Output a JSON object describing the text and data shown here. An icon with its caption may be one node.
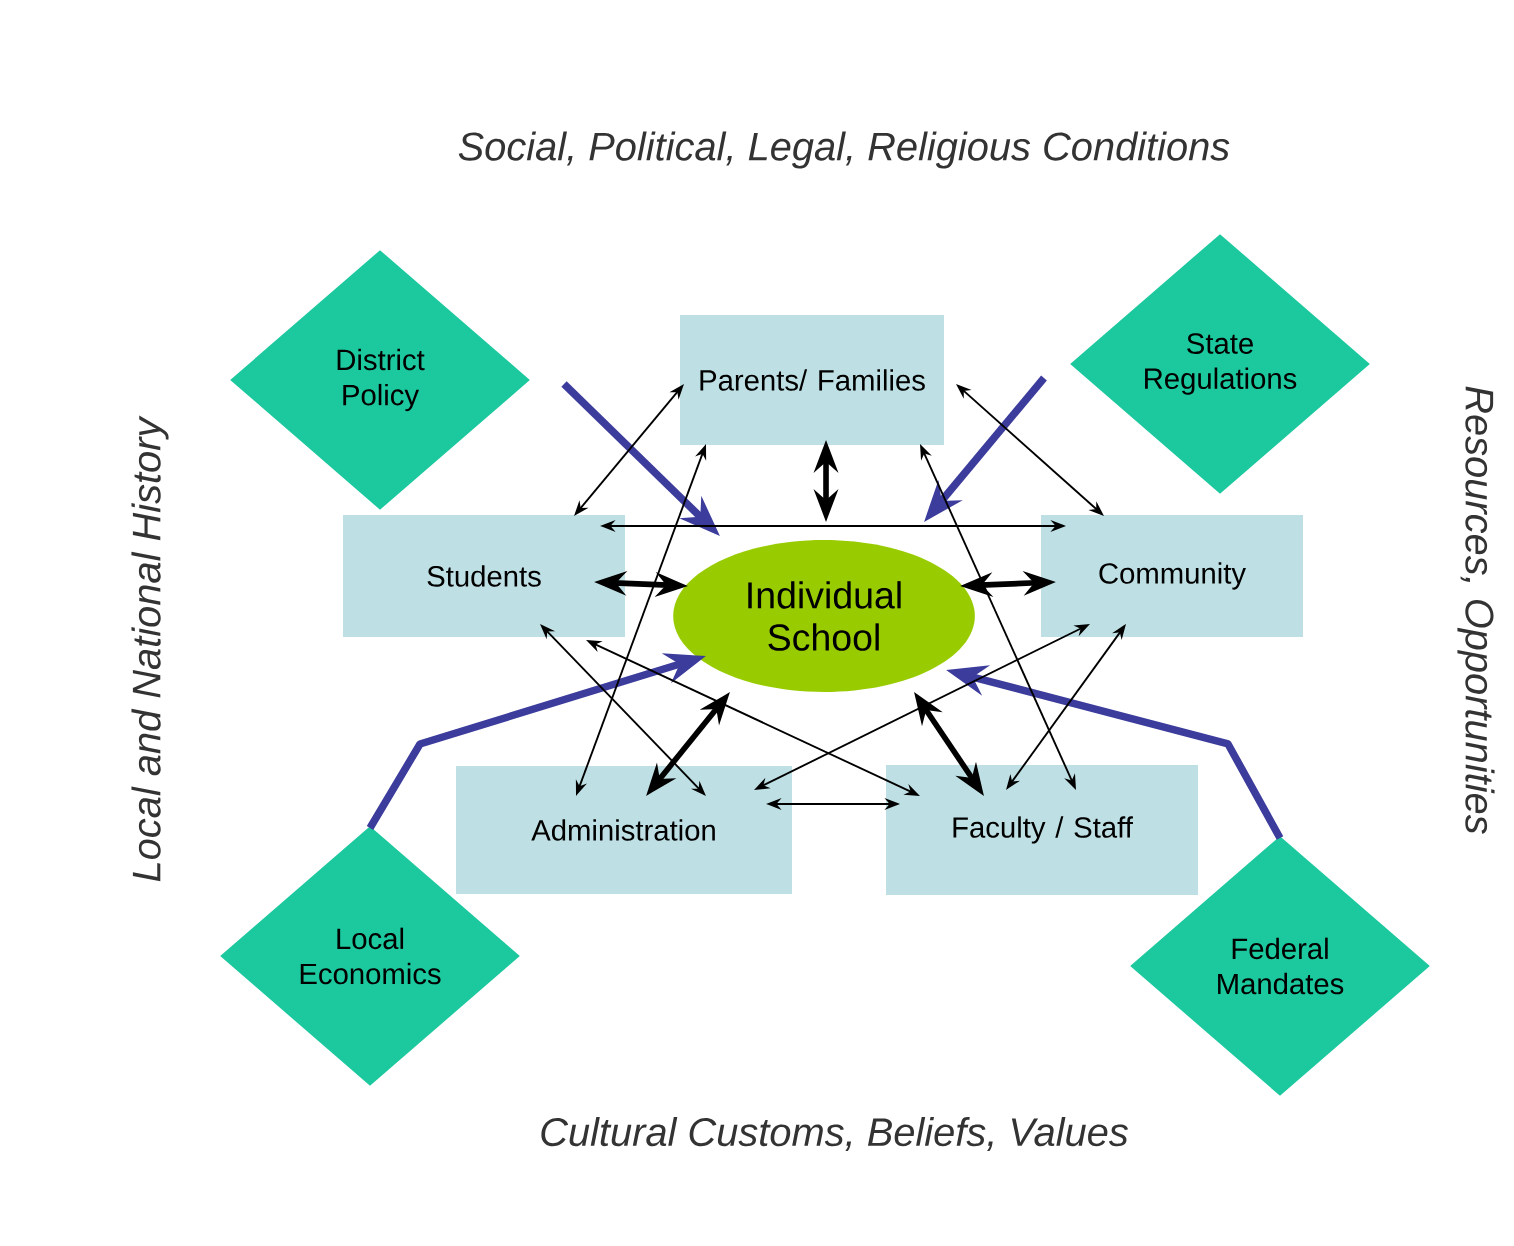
{
  "diagram": {
    "nodes": [
      {
        "text": [
          "District Policy"
        ]
      },
      {
        "text": [
          "Parents/ Families"
        ]
      },
      {
        "text": [
          "State Regulations"
        ]
      },
      {
        "text": [
          "Students"
        ]
      },
      {
        "text": [
          "Individual School"
        ]
      },
      {
        "text": [
          "Community"
        ]
      },
      {
        "text": [
          "Administration"
        ]
      },
      {
        "text": [
          "Faculty / Staff"
        ]
      },
      {
        "text": [
          "Local Economics"
        ]
      },
      {
        "text": [
          "Federal Mandates"
        ]
      }
    ],
    "edges": [
      {
        "from": 0,
        "to": 4,
        "arrow": "to",
        "style": "thick",
        "color": "#3c3c9c"
      },
      {
        "from": 2,
        "to": 4,
        "arrow": "to",
        "style": "thick",
        "color": "#3c3c9c"
      },
      {
        "from": 8,
        "to": 4,
        "arrow": "to",
        "style": "thick",
        "color": "#3c3c9c"
      },
      {
        "from": 9,
        "to": 4,
        "arrow": "to",
        "style": "thick",
        "color": "#3c3c9c"
      },
      {
        "from": 1,
        "to": 4,
        "arrow": "both",
        "style": "thick"
      },
      {
        "from": 3,
        "to": 4,
        "arrow": "both",
        "style": "thick"
      },
      {
        "from": 4,
        "to": 5,
        "arrow": "both",
        "style": "thick"
      },
      {
        "from": 6,
        "to": 4,
        "arrow": "both",
        "style": "thick"
      },
      {
        "from": 4,
        "to": 7,
        "arrow": "both",
        "style": "thick"
      },
      {
        "from": 1,
        "to": 3,
        "arrow": "both"
      },
      {
        "from": 1,
        "to": 5,
        "arrow": "both"
      },
      {
        "from": 1,
        "to": 6,
        "arrow": "both"
      },
      {
        "from": 1,
        "to": 7,
        "arrow": "both"
      },
      {
        "from": 3,
        "to": 5,
        "arrow": "both"
      },
      {
        "from": 3,
        "to": 6,
        "arrow": "both"
      },
      {
        "from": 3,
        "to": 7,
        "arrow": "both"
      },
      {
        "from": 5,
        "to": 6,
        "arrow": "both"
      },
      {
        "from": 5,
        "to": 7,
        "arrow": "both"
      },
      {
        "from": 6,
        "to": 7,
        "arrow": "both"
      }
    ],
    "labels": [
      "Social, Political, Legal, Religious Conditions",
      "Local and National History",
      "Resources, Opportunities",
      "Cultural Customs, Beliefs, Values"
    ]
  }
}
